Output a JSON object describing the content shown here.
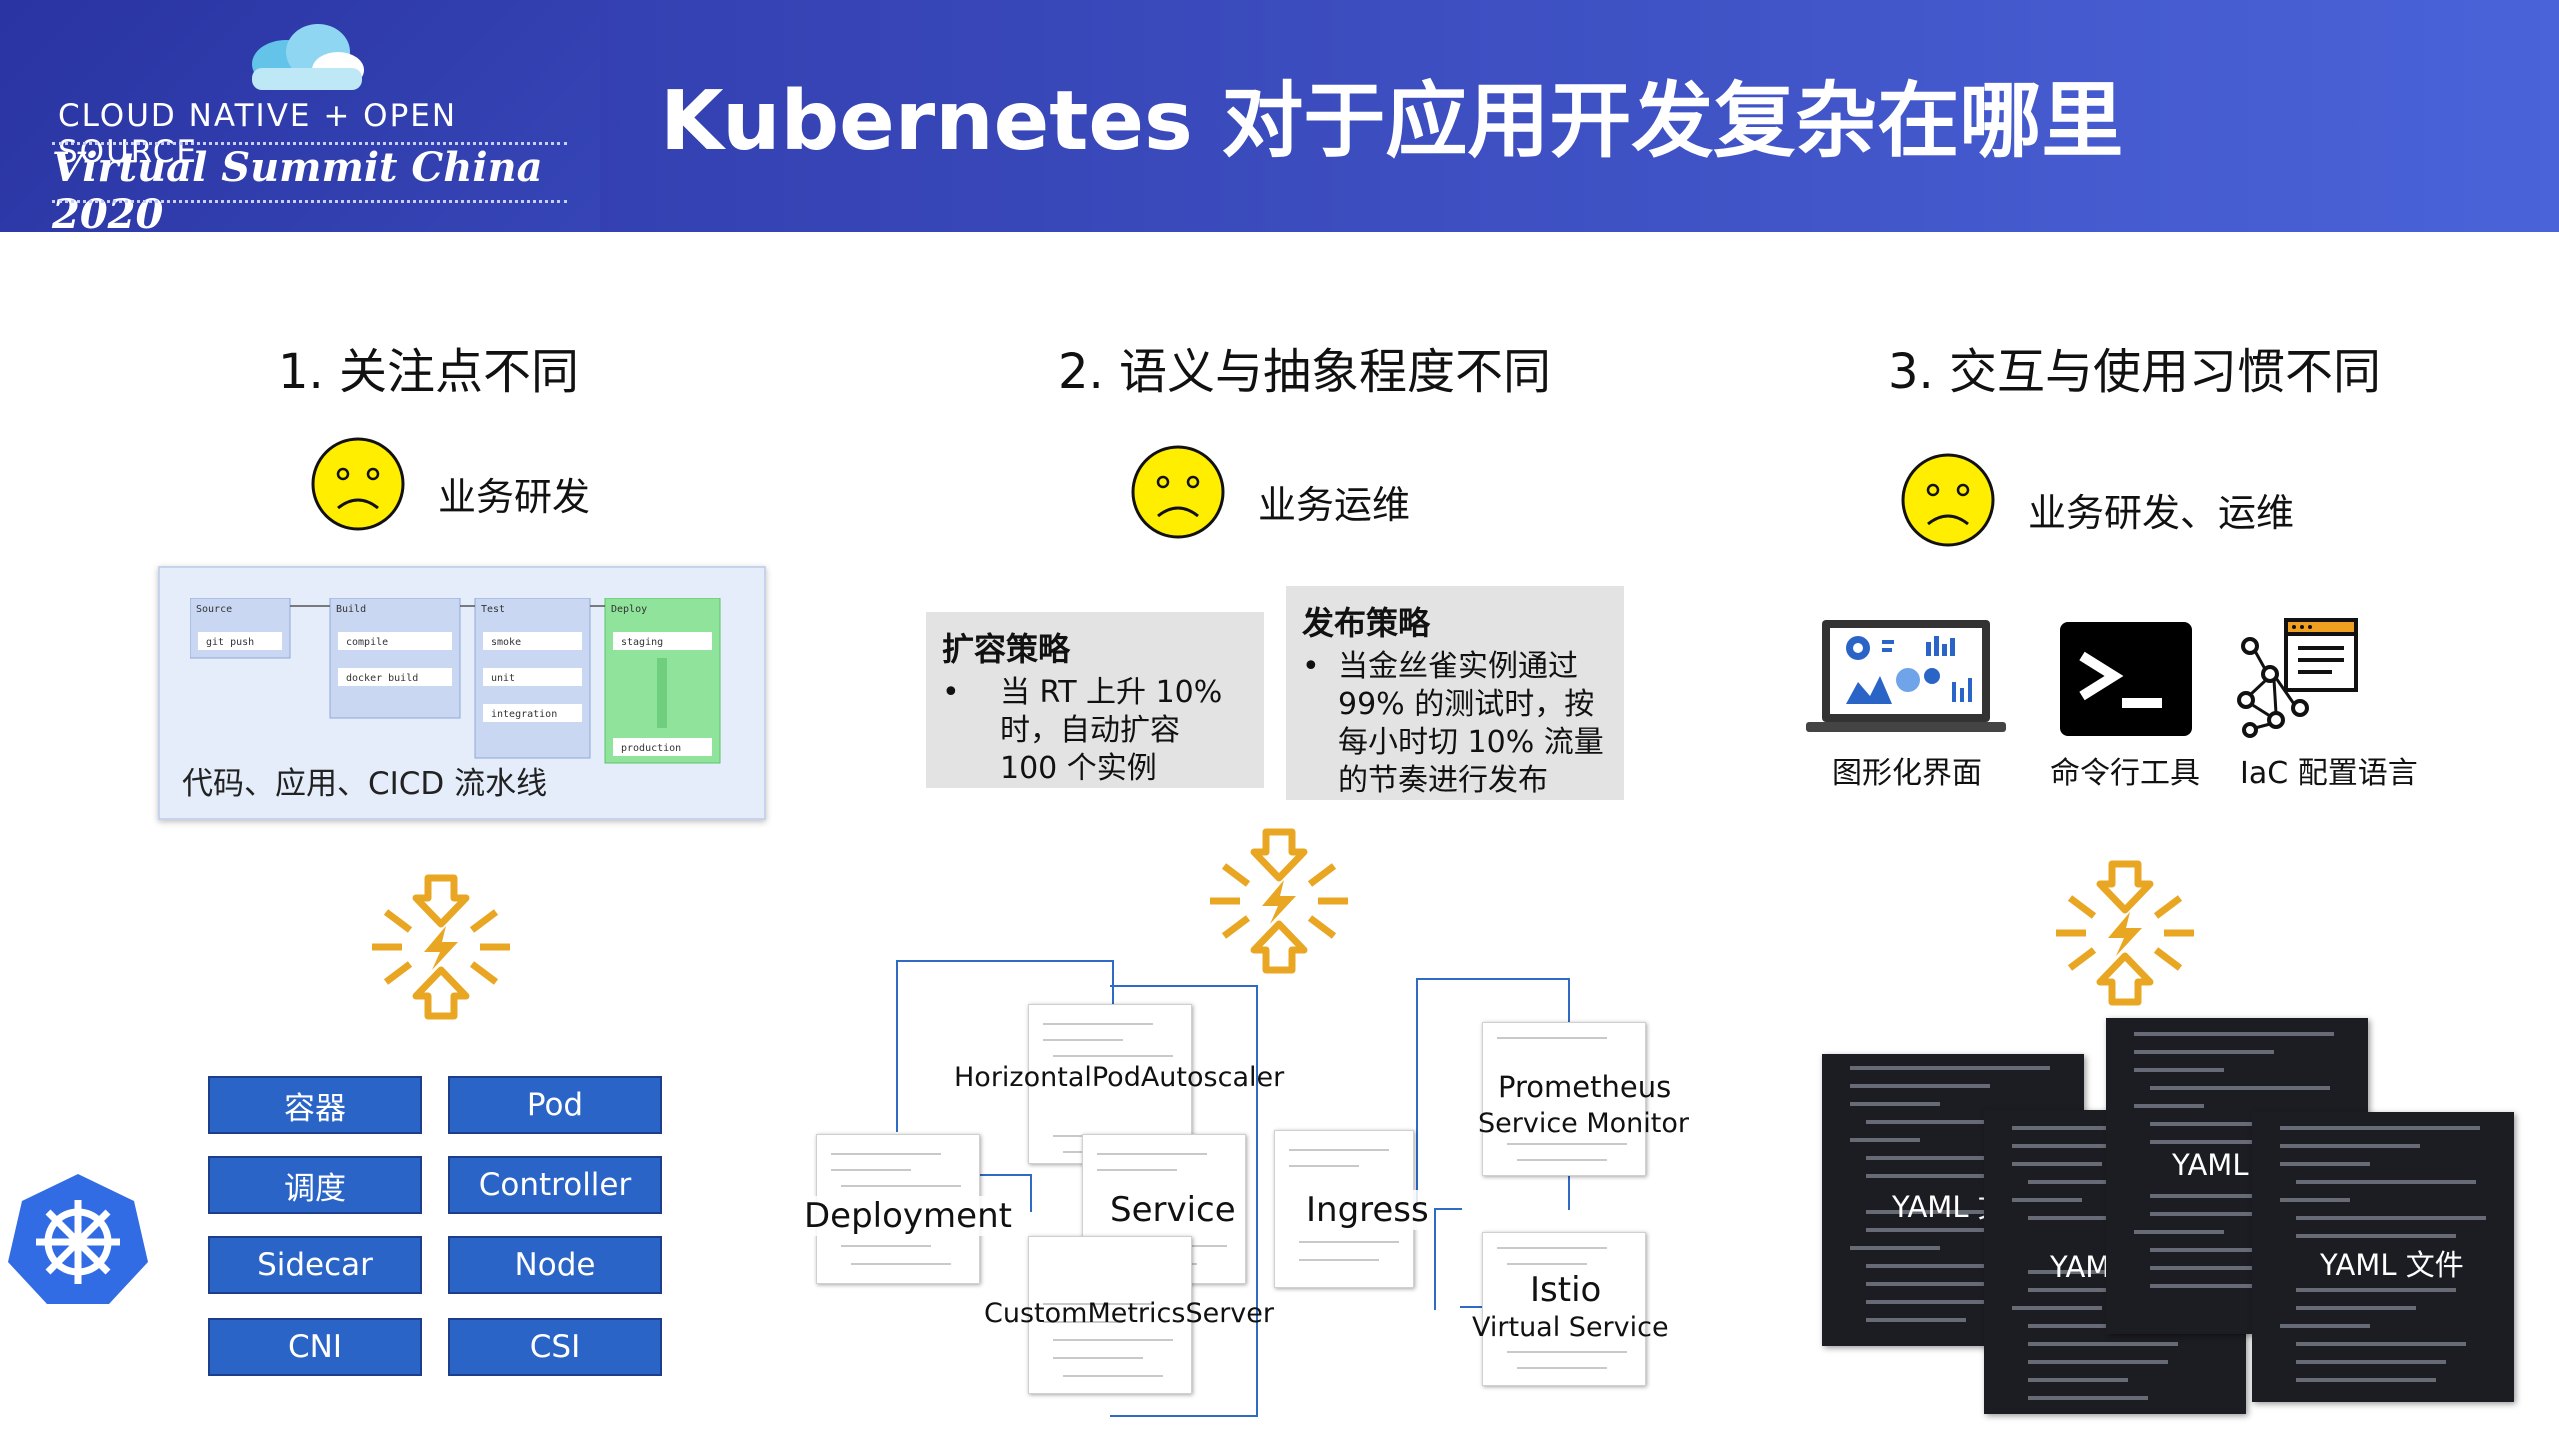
{
  "header": {
    "brand_line1": "CLOUD NATIVE + OPEN SOURCE",
    "brand_line2": "Virtual Summit China 2020",
    "title": "Kubernetes 对于应用开发复杂在哪里"
  },
  "columns": [
    {
      "heading": "1. 关注点不同",
      "role": "业务研发"
    },
    {
      "heading": "2. 语义与抽象程度不同",
      "role": "业务运维"
    },
    {
      "heading": "3. 交互与使用习惯不同",
      "role": "业务研发、运维"
    }
  ],
  "pipeline": {
    "caption": "代码、应用、CICD 流水线",
    "stages": [
      "Source",
      "Build",
      "Test",
      "Deploy"
    ],
    "steps": [
      "git push",
      "compile",
      "docker build",
      "smoke",
      "unit",
      "integration",
      "staging",
      "production"
    ]
  },
  "concepts": [
    "容器",
    "Pod",
    "调度",
    "Controller",
    "Sidecar",
    "Node",
    "CNI",
    "CSI"
  ],
  "strategies": [
    {
      "title": "扩容策略",
      "bullet": "•",
      "lines": [
        "当 RT  上升 10%",
        "时，自动扩容",
        "100 个实例"
      ]
    },
    {
      "title": "发布策略",
      "bullet": "•",
      "lines": [
        "当金丝雀实例通过",
        "99% 的测试时，按",
        "每小时切 10% 流量",
        "的节奏进行发布"
      ]
    }
  ],
  "resources": {
    "hpa": "HorizontalPodAutoscaler",
    "deployment": "Deployment",
    "service": "Service",
    "ingress": "Ingress",
    "custom_metrics": "CustomMetricsServer",
    "prometheus_line1": "Prometheus",
    "prometheus_line2": "Service Monitor",
    "istio_line1": "Istio",
    "istio_line2": "Virtual Service"
  },
  "tools": [
    {
      "label": "图形化界面",
      "icon": "dashboard-icon"
    },
    {
      "label": "命令行工具",
      "icon": "terminal-icon"
    },
    {
      "label": "IaC 配置语言",
      "icon": "config-network-icon"
    }
  ],
  "yaml_cards": [
    "YAML 文",
    "YAM",
    "YAML",
    "YAML 文件"
  ],
  "colors": {
    "header_blue": "#3847b8",
    "concept_blue": "#2b64c7",
    "connector_blue": "#2f6ac4",
    "face_yellow": "#ffee00",
    "lightning_gold": "#e8a623",
    "k8s_blue": "#326ce5"
  }
}
